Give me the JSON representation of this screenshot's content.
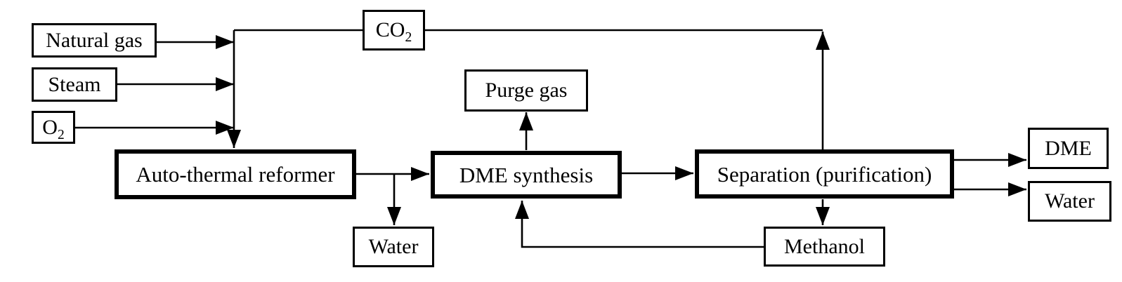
{
  "diagram_type": "process-flow-diagram",
  "nodes": {
    "natural_gas": {
      "label": "Natural gas"
    },
    "steam": {
      "label": "Steam"
    },
    "o2": {
      "base": "O",
      "sub": "2"
    },
    "co2": {
      "base": "CO",
      "sub": "2"
    },
    "purge_gas": {
      "label": "Purge gas"
    },
    "reformer": {
      "label": "Auto-thermal reformer"
    },
    "dme_synthesis": {
      "label": "DME synthesis"
    },
    "separation": {
      "label": "Separation (purification)"
    },
    "water_reformer": {
      "label": "Water"
    },
    "methanol": {
      "label": "Methanol"
    },
    "dme_product": {
      "label": "DME"
    },
    "water_product": {
      "label": "Water"
    }
  },
  "edges": [
    {
      "from": "natural_gas",
      "to": "reformer"
    },
    {
      "from": "steam",
      "to": "reformer"
    },
    {
      "from": "o2",
      "to": "reformer"
    },
    {
      "from": "separation",
      "to": "reformer",
      "via": "co2"
    },
    {
      "from": "reformer",
      "to": "dme_synthesis"
    },
    {
      "from": "reformer",
      "to": "water_reformer"
    },
    {
      "from": "dme_synthesis",
      "to": "purge_gas"
    },
    {
      "from": "dme_synthesis",
      "to": "separation"
    },
    {
      "from": "separation",
      "to": "methanol"
    },
    {
      "from": "methanol",
      "to": "dme_synthesis"
    },
    {
      "from": "separation",
      "to": "dme_product"
    },
    {
      "from": "separation",
      "to": "water_product"
    }
  ],
  "colors": {
    "line": "#000000",
    "background": "#ffffff",
    "text": "#000000"
  }
}
